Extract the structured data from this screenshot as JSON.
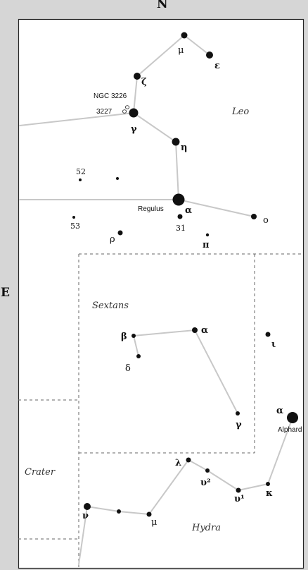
{
  "compass": {
    "north": "N",
    "east": "E"
  },
  "constellation_names": {
    "leo": "Leo",
    "sextans": "Sextans",
    "crater": "Crater",
    "hydra": "Hydra"
  },
  "stars": [
    {
      "id": "leo-mu",
      "label": "μ"
    },
    {
      "id": "leo-epsilon",
      "label": "ε"
    },
    {
      "id": "leo-zeta",
      "label": "ζ"
    },
    {
      "id": "leo-gamma",
      "label": "γ"
    },
    {
      "id": "leo-eta",
      "label": "η"
    },
    {
      "id": "leo-alpha",
      "label": "α"
    },
    {
      "id": "leo-omicron",
      "label": "o"
    },
    {
      "id": "leo-52",
      "label": "52"
    },
    {
      "id": "leo-53",
      "label": "53"
    },
    {
      "id": "leo-31",
      "label": "31"
    },
    {
      "id": "leo-rho",
      "label": "ρ"
    },
    {
      "id": "leo-pi",
      "label": "π"
    },
    {
      "id": "sex-beta",
      "label": "β"
    },
    {
      "id": "sex-alpha",
      "label": "α"
    },
    {
      "id": "sex-delta",
      "label": "δ"
    },
    {
      "id": "sex-gamma",
      "label": "γ"
    },
    {
      "id": "hya-iota",
      "label": "ι"
    },
    {
      "id": "hya-alpha",
      "label": "α"
    },
    {
      "id": "hya-lambda",
      "label": "λ"
    },
    {
      "id": "hya-upsilon2",
      "label": "υ²"
    },
    {
      "id": "hya-upsilon1",
      "label": "υ¹"
    },
    {
      "id": "hya-kappa",
      "label": "κ"
    },
    {
      "id": "hya-mu",
      "label": "μ"
    },
    {
      "id": "hya-nu",
      "label": "ν"
    }
  ],
  "other_labels": {
    "regulus": "Regulus",
    "alphard": "Alphard",
    "ngc3226": "NGC 3226",
    "ngc3227": "3227"
  }
}
